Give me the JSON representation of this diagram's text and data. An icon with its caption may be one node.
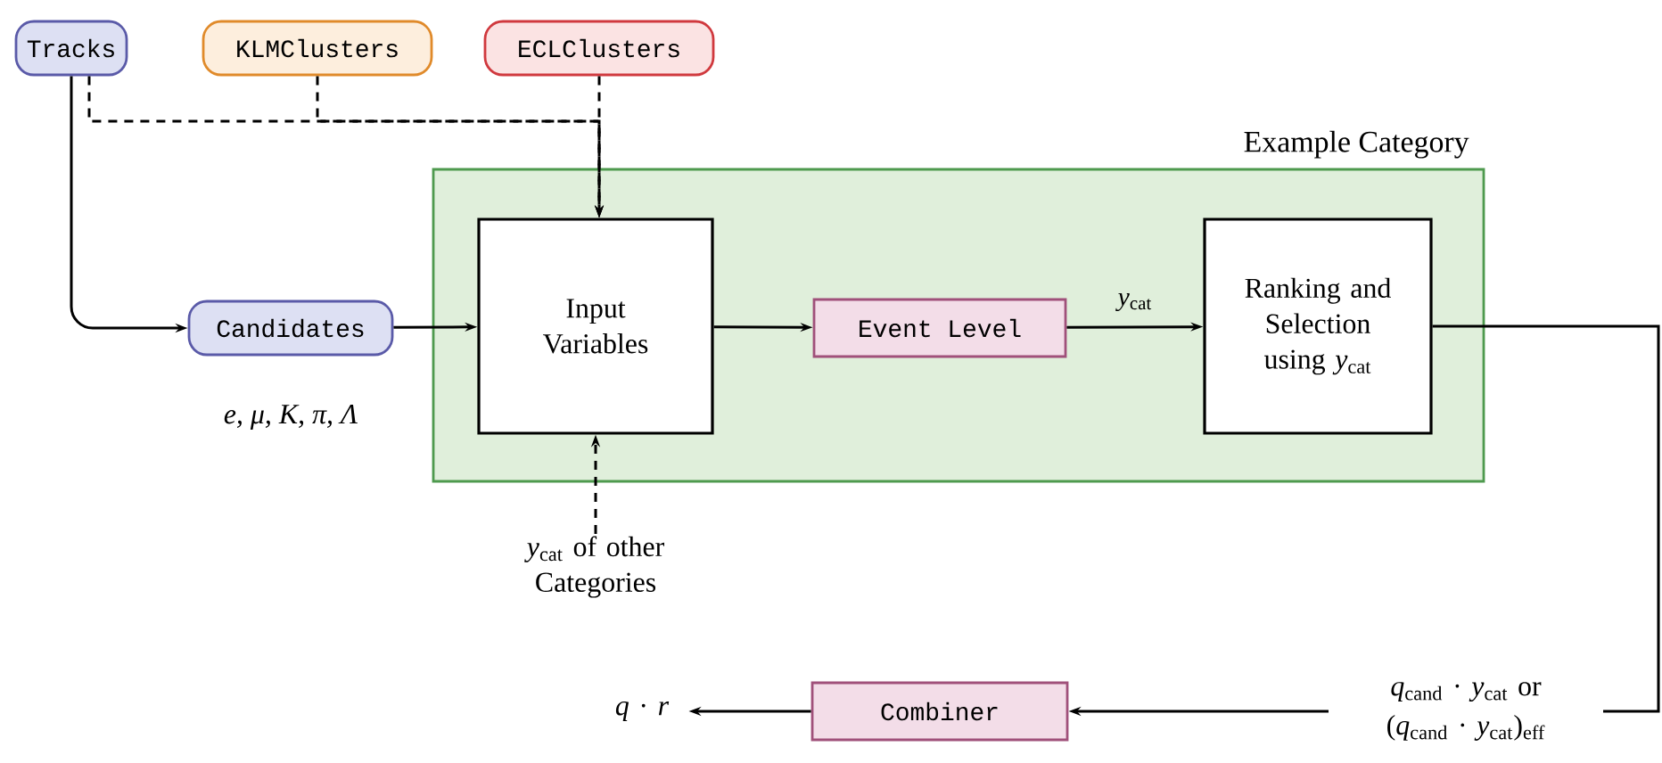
{
  "diagram": {
    "nodes": [
      {
        "text": [
          "Tracks"
        ]
      },
      {
        "text": [
          "KLMClusters"
        ]
      },
      {
        "text": [
          "ECLClusters"
        ]
      },
      {
        "text": [
          "Example Category"
        ]
      },
      {
        "text": [
          "Candidates"
        ],
        "beside": [
          "e, μ, K, π, Λ"
        ]
      },
      {
        "text": [
          "Input Variables"
        ],
        "in": 3
      },
      {
        "text": [
          "Event Level"
        ],
        "in": 3
      },
      {
        "text": [
          "Ranking and Selection using *y*$_{cat}$"
        ],
        "in": 3
      },
      {
        "text": [
          "*y*$_{cat}$ of other Categories"
        ]
      },
      {
        "text": [
          "Combiner"
        ]
      },
      {
        "text": [
          "*q* · *r*"
        ]
      }
    ],
    "edges": [
      {
        "from": 0,
        "to": 4,
        "arrow": "to"
      },
      {
        "from": 0,
        "to": 5,
        "arrow": "to",
        "style": "dashed"
      },
      {
        "from": 1,
        "to": 5,
        "arrow": "to",
        "style": "dashed"
      },
      {
        "from": 2,
        "to": 5,
        "arrow": "to",
        "style": "dashed"
      },
      {
        "from": 4,
        "to": 5,
        "arrow": "to"
      },
      {
        "from": 5,
        "to": 6,
        "arrow": "to"
      },
      {
        "from": 6,
        "to": 7,
        "arrow": "to",
        "label": "*y*$_{cat}$"
      },
      {
        "from": 8,
        "to": 5,
        "arrow": "to",
        "style": "dashed"
      },
      {
        "from": 7,
        "to": 9,
        "arrow": "to",
        "label": "*q*$_{cand}$ · *y*$_{cat}$ or (*q*$_{cand}$ · *y*$_{cat}$)$_{eff}$"
      },
      {
        "from": 9,
        "to": 10,
        "arrow": "to"
      }
    ]
  }
}
